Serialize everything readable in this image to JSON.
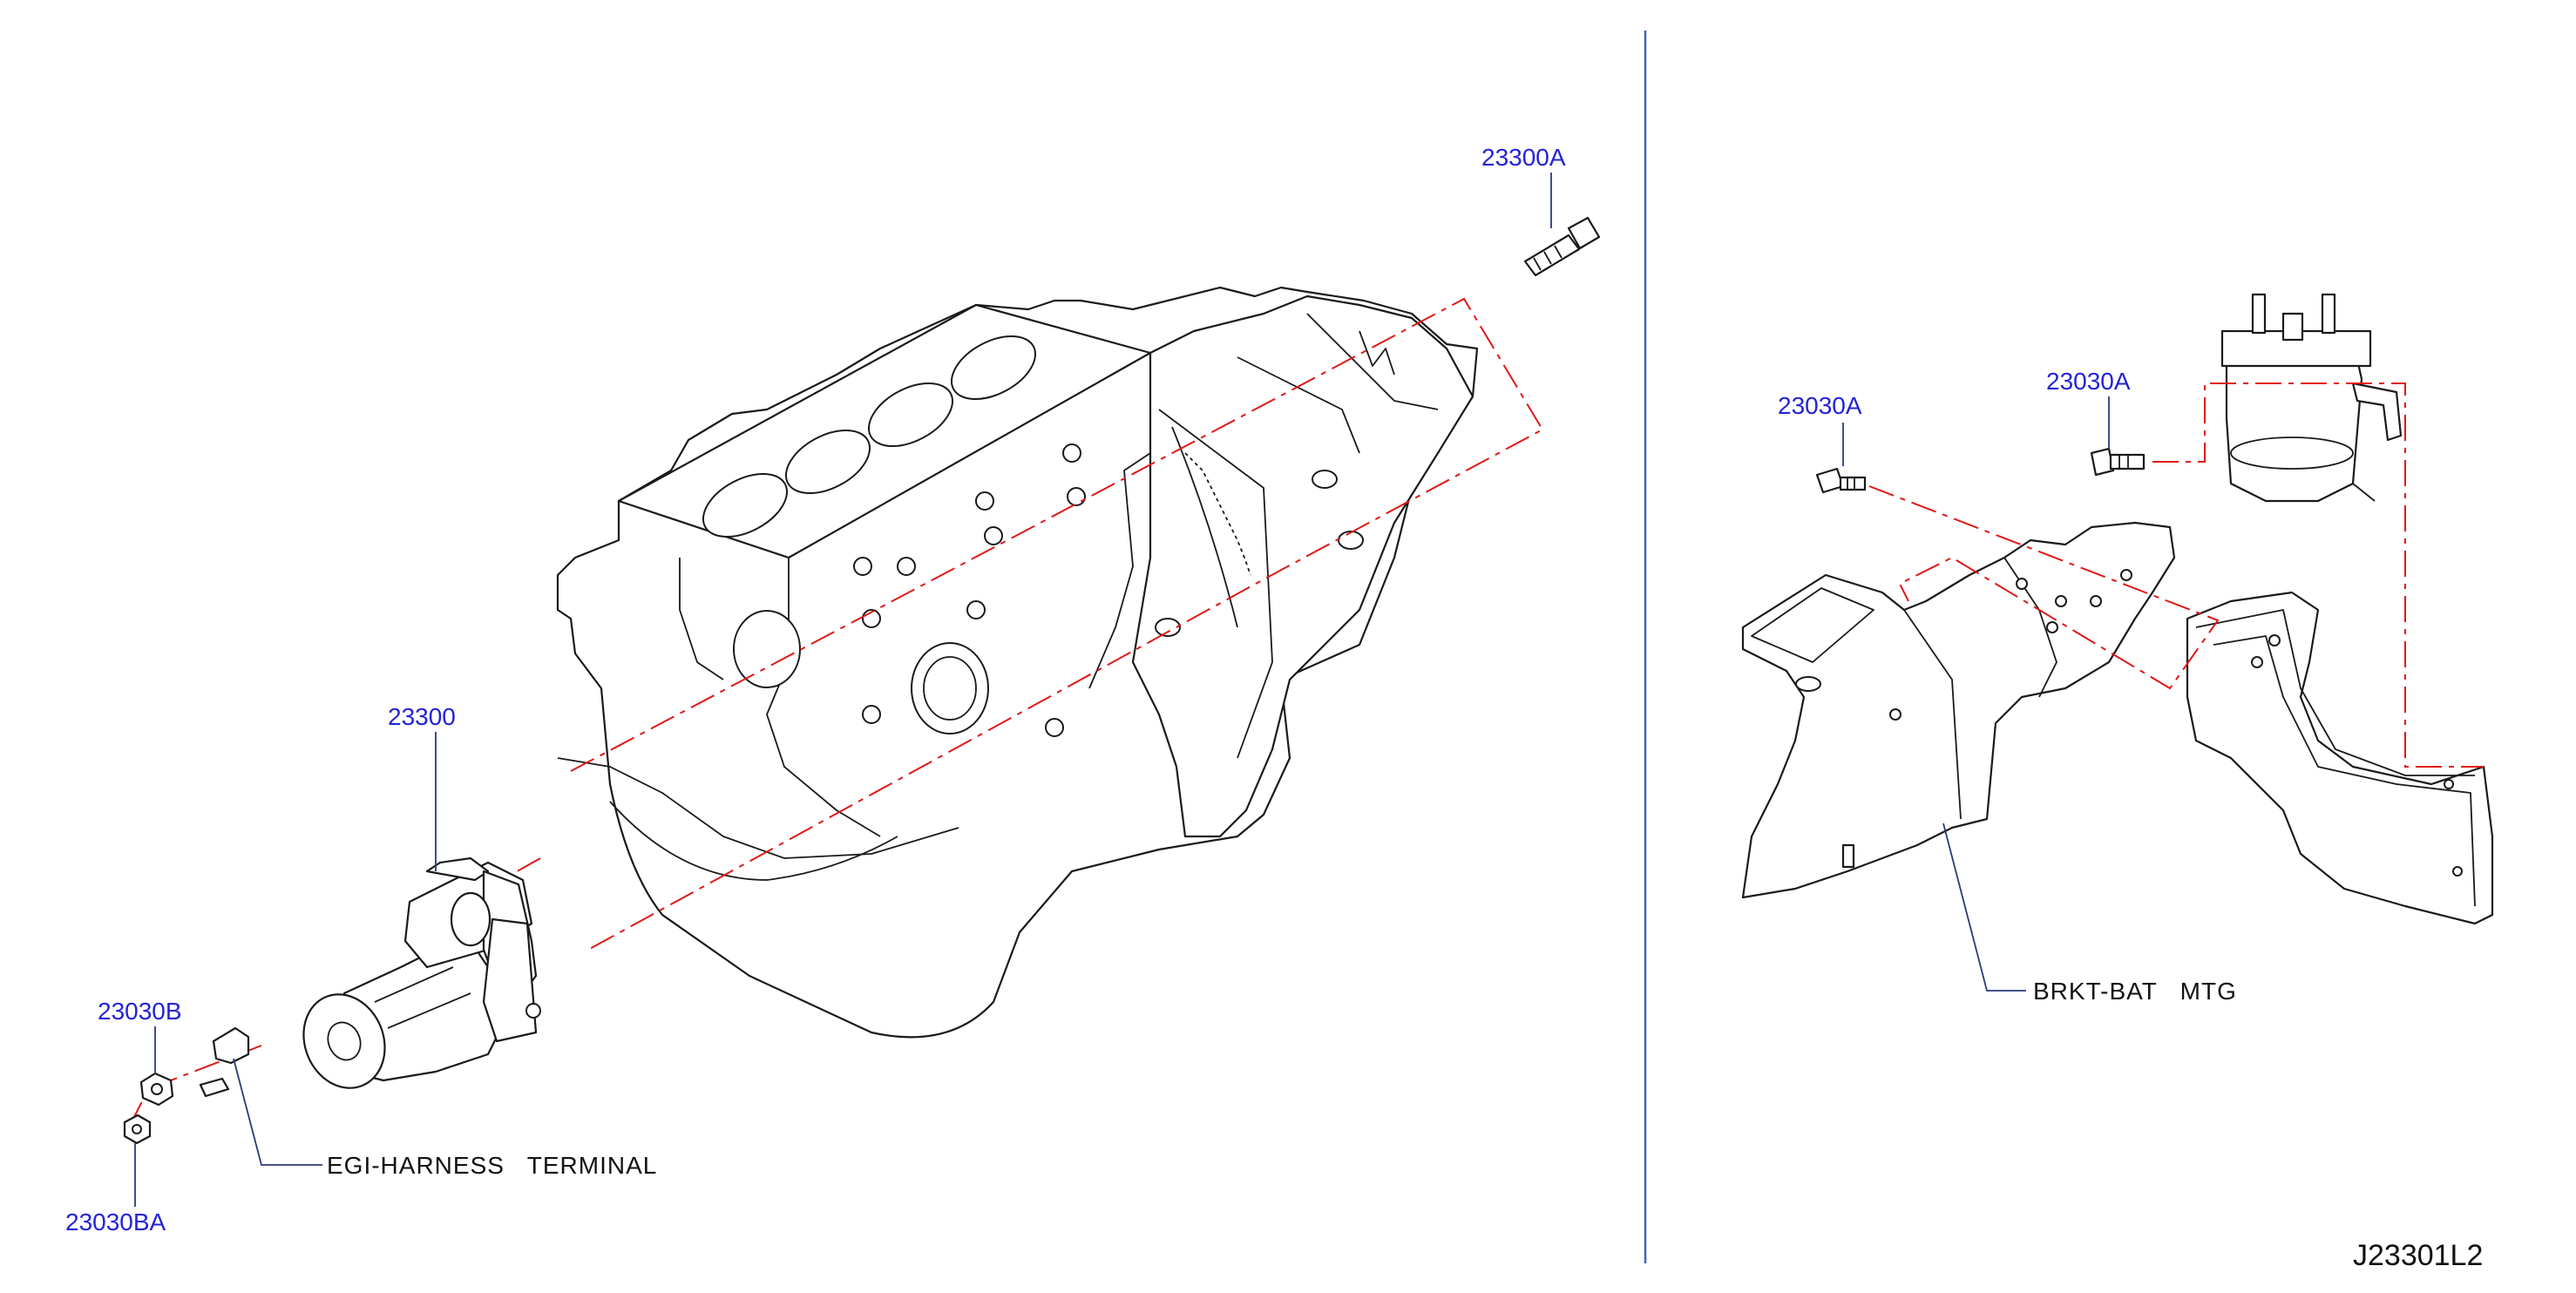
{
  "callouts": {
    "bolt_23300A": "23300A",
    "starter_23300": "23300",
    "nut_23030B": "23030B",
    "nut_23030BA": "23030BA",
    "bolt_23030A_left": "23030A",
    "bolt_23030A_right": "23030A"
  },
  "labels": {
    "egi_harness_terminal": "EGI-HARNESS   TERMINAL",
    "brkt_bat_mtg": "BRKT-BAT   MTG"
  },
  "figure_code": "J23301L2",
  "colors": {
    "callout_text": "#2424d6",
    "centerline": "#e01818",
    "divider": "#3b66b8",
    "linework": "#1a1a1a"
  }
}
